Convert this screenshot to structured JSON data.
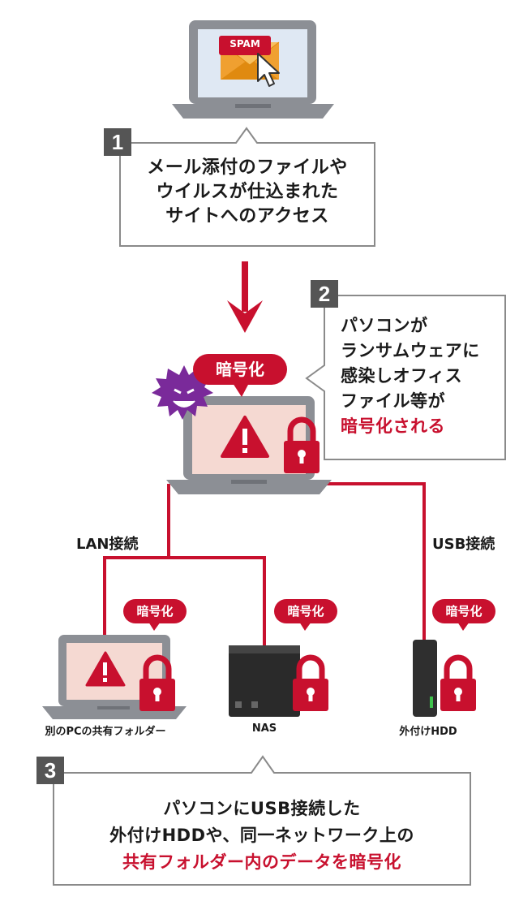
{
  "step1": {
    "number": "1",
    "lines": [
      "メール添付のファイルや",
      "ウイルスが仕込まれた",
      "サイトへのアクセス"
    ]
  },
  "spam_label": "SPAM",
  "step2": {
    "number": "2",
    "lines": [
      "パソコンが",
      "ランサムウェアに",
      "感染しオフィス",
      "ファイル等が"
    ],
    "highlight": "暗号化される"
  },
  "encrypted_badge": "暗号化",
  "connections": {
    "lan": "LAN接続",
    "usb": "USB接続"
  },
  "devices": {
    "shared_folder": "別のPCの共有フォルダー",
    "nas": "NAS",
    "external_hdd": "外付けHDD"
  },
  "step3": {
    "number": "3",
    "line1": "パソコンにUSB接続した",
    "line2": "外付けHDDや、同一ネットワーク上の",
    "highlight": "共有フォルダー内のデータを暗号化"
  },
  "colors": {
    "accent_red": "#c8102e",
    "laptop_gray": "#8c8f95",
    "screen_blue": "#dfe8f3",
    "screen_pink": "#f5d9d2",
    "malware_purple": "#7a2a9a"
  }
}
